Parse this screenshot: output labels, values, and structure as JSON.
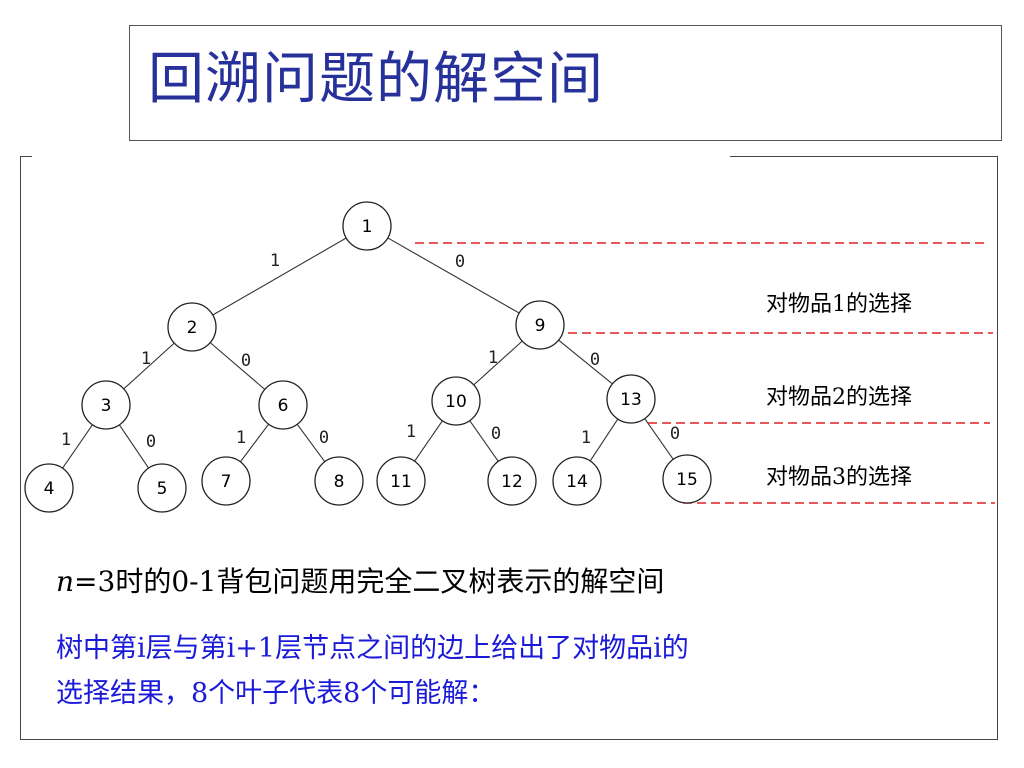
{
  "title": "回溯问题的解空间",
  "tree": {
    "nodes": [
      {
        "id": "n1",
        "label": "1"
      },
      {
        "id": "n2",
        "label": "2"
      },
      {
        "id": "n3",
        "label": "3"
      },
      {
        "id": "n4",
        "label": "4"
      },
      {
        "id": "n5",
        "label": "5"
      },
      {
        "id": "n6",
        "label": "6"
      },
      {
        "id": "n7",
        "label": "7"
      },
      {
        "id": "n8",
        "label": "8"
      },
      {
        "id": "n9",
        "label": "9"
      },
      {
        "id": "n10",
        "label": "10"
      },
      {
        "id": "n11",
        "label": "11"
      },
      {
        "id": "n12",
        "label": "12"
      },
      {
        "id": "n13",
        "label": "13"
      },
      {
        "id": "n14",
        "label": "14"
      },
      {
        "id": "n15",
        "label": "15"
      }
    ],
    "edges": [
      {
        "from": "n1",
        "to": "n2",
        "label": "1"
      },
      {
        "from": "n1",
        "to": "n9",
        "label": "0"
      },
      {
        "from": "n2",
        "to": "n3",
        "label": "1"
      },
      {
        "from": "n2",
        "to": "n6",
        "label": "0"
      },
      {
        "from": "n9",
        "to": "n10",
        "label": "1"
      },
      {
        "from": "n9",
        "to": "n13",
        "label": "0"
      },
      {
        "from": "n3",
        "to": "n4",
        "label": "1"
      },
      {
        "from": "n3",
        "to": "n5",
        "label": "0"
      },
      {
        "from": "n6",
        "to": "n7",
        "label": "1"
      },
      {
        "from": "n6",
        "to": "n8",
        "label": "0"
      },
      {
        "from": "n10",
        "to": "n11",
        "label": "1"
      },
      {
        "from": "n10",
        "to": "n12",
        "label": "0"
      },
      {
        "from": "n13",
        "to": "n14",
        "label": "1"
      },
      {
        "from": "n13",
        "to": "n15",
        "label": "0"
      }
    ]
  },
  "level_labels": [
    "对物品1的选择",
    "对物品2的选择",
    "对物品3的选择"
  ],
  "caption": {
    "var": "n",
    "rest": "=3时的0-1背包问题用完全二叉树表示的解空间"
  },
  "description": {
    "line1": "树中第i层与第i+1层节点之间的边上给出了对物品i的",
    "line2": "选择结果，8个叶子代表8个可能解："
  },
  "colors": {
    "title": "#27319a",
    "description": "#1a1ad8",
    "dashed_lines": "#e02020"
  }
}
